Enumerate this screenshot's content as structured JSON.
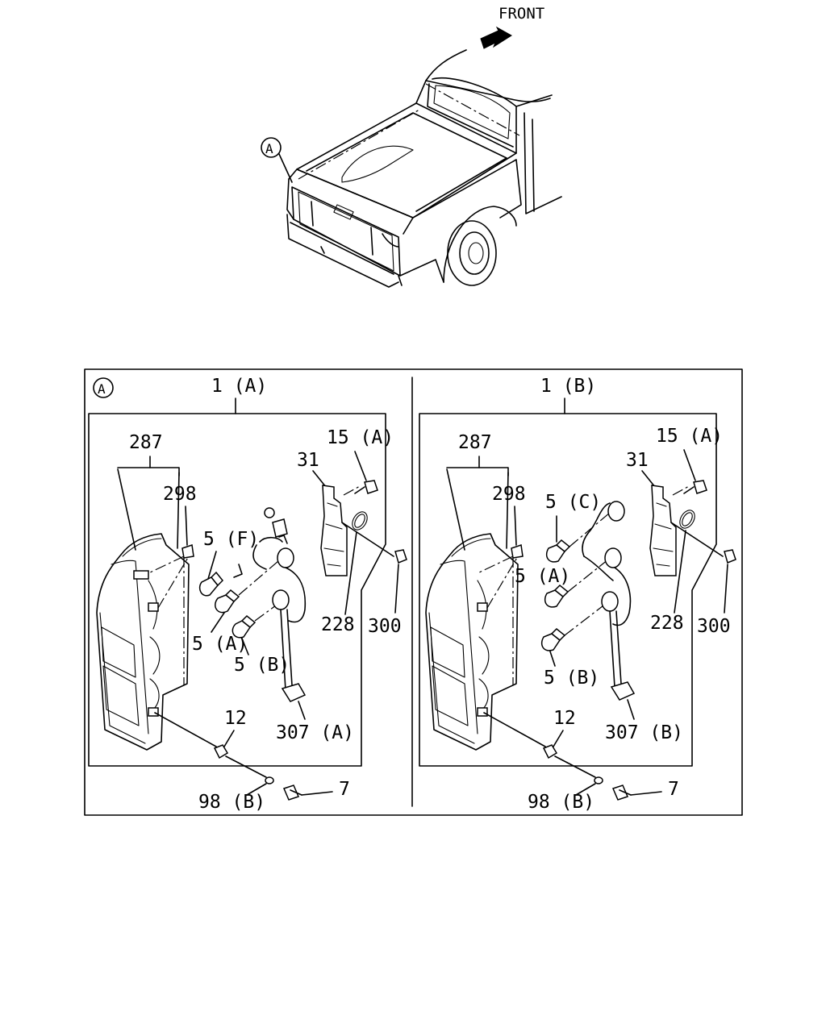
{
  "header": {
    "front_label": "FRONT"
  },
  "overview": {
    "callout": "A"
  },
  "detail": {
    "callout": "A",
    "left": {
      "assembly": "1 (A)",
      "labels": {
        "lens": "287",
        "grommet": "298",
        "bulb_f": "5 (F)",
        "bulb_a": "5 (A)",
        "bulb_b": "5 (B)",
        "bracket": "31",
        "screw": "15 (A)",
        "gasket": "228",
        "clip": "300",
        "harness": "307 (A)",
        "nut": "12",
        "washer": "98 (B)",
        "bolt": "7"
      }
    },
    "right": {
      "assembly": "1 (B)",
      "labels": {
        "lens": "287",
        "grommet": "298",
        "bulb_c": "5 (C)",
        "bulb_a": "5 (A)",
        "bulb_b": "5 (B)",
        "bracket": "31",
        "screw": "15 (A)",
        "gasket": "228",
        "clip": "300",
        "harness": "307 (B)",
        "nut": "12",
        "washer": "98 (B)",
        "bolt": "7"
      }
    }
  }
}
